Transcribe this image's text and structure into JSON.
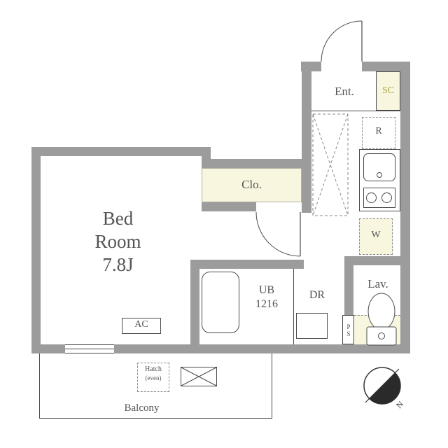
{
  "title": "Apartment floor plan",
  "colors": {
    "wall": "#9c9c9c",
    "cream": "#f8f6de",
    "line": "#4a4a4a",
    "text": "#555555",
    "dashed": "#8a8a8a",
    "sc_text": "#a6a143"
  },
  "rooms": {
    "bedroom": {
      "name_line1": "Bed",
      "name_line2": "Room",
      "size": "7.8J"
    },
    "closet": {
      "label": "Clo."
    },
    "entrance": {
      "label": "Ent."
    },
    "shoe_closet": {
      "label": "SC"
    },
    "unit_bath": {
      "label_line1": "UB",
      "label_line2": "1216"
    },
    "dressing_room": {
      "label": "DR"
    },
    "lavatory": {
      "label": "Lav."
    },
    "balcony": {
      "label": "Balcony"
    }
  },
  "fixtures": {
    "refrigerator": "R",
    "washer": "W",
    "pipe_space": "PS",
    "air_conditioner": "AC",
    "hatch_line1": "Hatch",
    "hatch_line2": "(even)"
  },
  "compass": {
    "north": "N"
  }
}
